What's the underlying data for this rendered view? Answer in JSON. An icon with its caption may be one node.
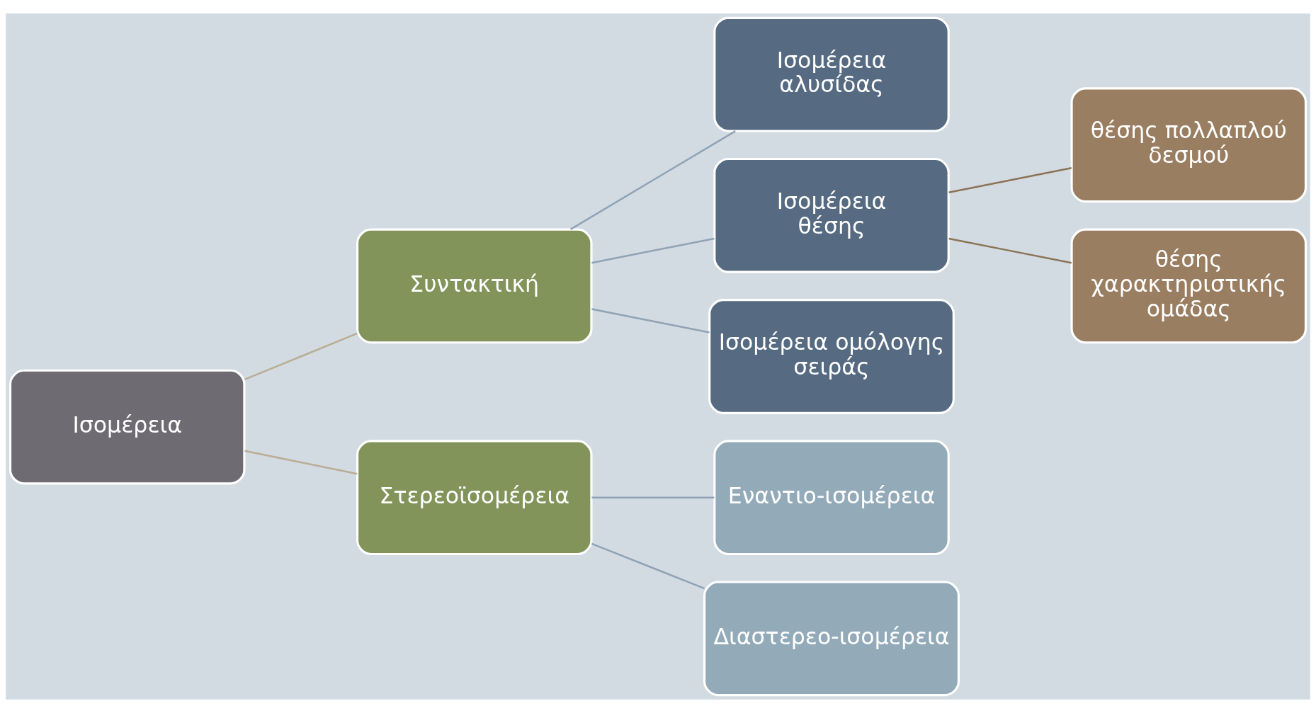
{
  "diagram": {
    "nodes": [
      {
        "text": [
          "Ισομέρεια"
        ]
      },
      {
        "text": [
          "Συντακτική"
        ]
      },
      {
        "text": [
          "Στερεοϊσομέρεια"
        ]
      },
      {
        "text": [
          "Ισομέρεια αλυσίδας"
        ]
      },
      {
        "text": [
          "Ισομέρεια θέσης"
        ]
      },
      {
        "text": [
          "Ισομέρεια ομόλογης σειράς"
        ]
      },
      {
        "text": [
          "Εναντιο-ισομέρεια"
        ]
      },
      {
        "text": [
          "Διαστερεο-ισομέρεια"
        ]
      },
      {
        "text": [
          "θέσης πολλαπλού δεσμού"
        ]
      },
      {
        "text": [
          "θέσης χαρακτηριστικής ομάδας"
        ]
      }
    ],
    "edges": [
      {
        "from": 0,
        "to": 1,
        "arrow": "none",
        "color": "#b9ad95"
      },
      {
        "from": 0,
        "to": 2,
        "arrow": "none",
        "color": "#b9ad95"
      },
      {
        "from": 1,
        "to": 3,
        "arrow": "none"
      },
      {
        "from": 1,
        "to": 4,
        "arrow": "none"
      },
      {
        "from": 1,
        "to": 5,
        "arrow": "none"
      },
      {
        "from": 4,
        "to": 8,
        "arrow": "none",
        "color": "#8b7355"
      },
      {
        "from": 4,
        "to": 9,
        "arrow": "none",
        "color": "#8b7355"
      },
      {
        "from": 2,
        "to": 6,
        "arrow": "none"
      },
      {
        "from": 2,
        "to": 7,
        "arrow": "none"
      }
    ]
  }
}
